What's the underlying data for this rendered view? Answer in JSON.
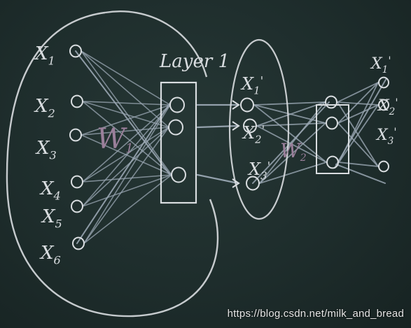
{
  "input_labels": [
    "X1",
    "X2",
    "X3",
    "X4",
    "X5",
    "X6"
  ],
  "first_weight_label": "W1",
  "layer_label": "Layer 1",
  "hidden_labels": [
    "X1'",
    "X2'",
    "X3'"
  ],
  "second_weight_label": "W2",
  "output_labels": [
    "X1'",
    "X2'",
    "X3'"
  ],
  "watermark": "https://blog.csdn.net/milk_and_bread",
  "colors": {
    "board": "#1f2e2d",
    "chalk": "#d9dde0",
    "weight_label": "#9a7f9a",
    "connection": "#9aa7b3"
  }
}
